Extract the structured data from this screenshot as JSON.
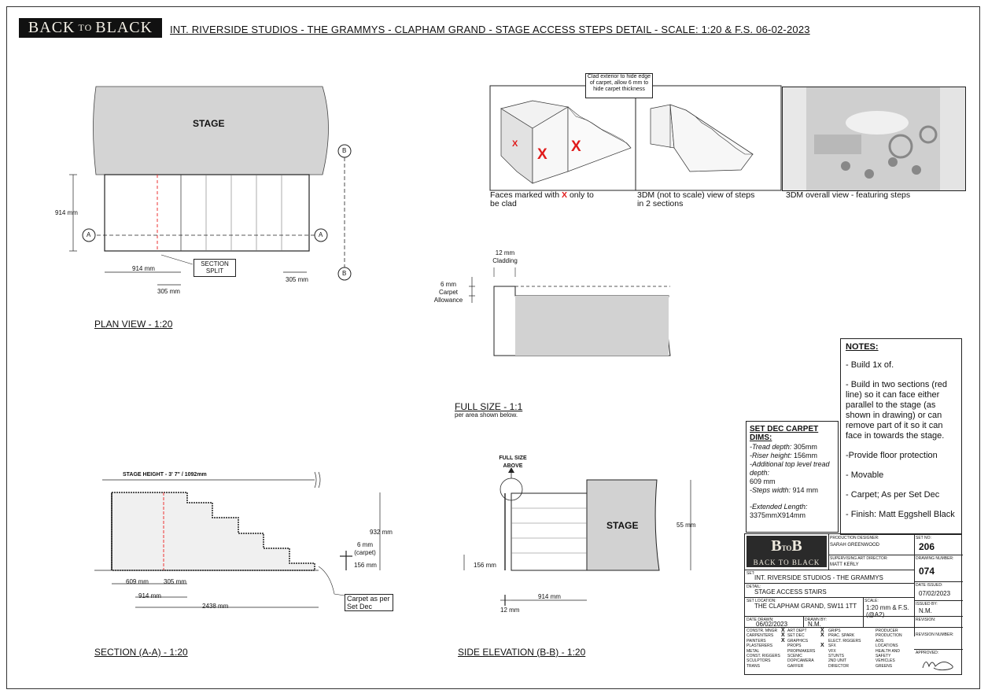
{
  "logo": {
    "text_a": "BACK",
    "text_b": "TO",
    "text_c": "BLACK"
  },
  "title": "INT. RIVERSIDE STUDIOS - THE GRAMMYS - CLAPHAM GRAND - STAGE ACCESS STEPS DETAIL - SCALE: 1:20 & F.S. 06-02-2023",
  "plan": {
    "title": "PLAN VIEW - 1:20",
    "stage": "STAGE",
    "dim_914_v": "914 mm",
    "dim_914_h": "914 mm",
    "dim_305": "305 mm",
    "dim_305_r": "305 mm",
    "section_split": "SECTION SPLIT",
    "marker_a": "A",
    "marker_b": "B"
  },
  "views3d": {
    "callout": "Clad exterior to hide edge of carpet, allow 6 mm to hide carpet thickness",
    "cap1_a": "Faces marked with ",
    "cap1_x": "X",
    "cap1_b": " only to be clad",
    "cap2": "3DM (not to scale) view of steps in 2 sections",
    "cap3": "3DM overall view - featuring steps",
    "x_mark": "X"
  },
  "fullsize": {
    "title": "FULL SIZE - 1:1",
    "subtitle": "per area shown below.",
    "cladding": "12 mm Cladding",
    "carpet": "6 mm Carpet Allowance"
  },
  "section": {
    "title": "SECTION (A-A) - 1:20",
    "stage_height": "STAGE HEIGHT - 3' 7\" / 1092mm",
    "dim_932": "932 mm",
    "dim_6": "6 mm (carpet)",
    "dim_156": "156 mm",
    "dim_609": "609 mm",
    "dim_305": "305 mm",
    "dim_914": "914 mm",
    "dim_2438": "2438 mm",
    "carpet_note": "Carpet as per Set Dec"
  },
  "side": {
    "title": "SIDE ELEVATION (B-B) - 1:20",
    "full_size_above": "FULL SIZE ABOVE",
    "stage": "STAGE",
    "dim_55": "55 mm",
    "dim_156": "156 mm",
    "dim_914": "914 mm",
    "dim_12": "12 mm"
  },
  "setdec": {
    "heading": "SET DEC CARPET DIMS:",
    "l1a": "-Tread depth:",
    "l1b": " 305mm",
    "l2a": "-Riser height:",
    "l2b": " 156mm",
    "l3a": "-Additional top level tread depth:",
    "l3b": "609 mm",
    "l4a": "-Steps width:",
    "l4b": " 914 mm",
    "l5a": "-Extended Length:",
    "l5b": "3375mmX914mm"
  },
  "notes": {
    "heading": "NOTES:",
    "items": [
      "- Build 1x of.",
      "- Build in two sections (red line) so it can face either parallel to the stage (as shown in drawing) or can remove part of it so it can face in towards the stage.",
      "-Provide floor protection",
      "- Movable",
      "- Carpet; As per Set Dec",
      "- Finish: Matt Eggshell Black"
    ]
  },
  "titleblock": {
    "prod_designer_label": "PRODUCTION DESIGNER:",
    "prod_designer": "SARAH GREENWOOD",
    "sup_art_label": "SUPERVISING ART DIRECTOR:",
    "sup_art": "MATT KERLY",
    "set_no_label": "SET NO:",
    "set_no": "206",
    "drawing_no_label": "DRAWING NUMBER:",
    "drawing_no": "074",
    "set_label": "SET:",
    "set": "INT. RIVERSIDE STUDIOS - THE GRAMMYS",
    "detail_label": "DETAIL:",
    "detail": "STAGE ACCESS STAIRS",
    "date_issued_label": "DATE ISSUED:",
    "date_issued": "07/02/2023",
    "location_label": "SET LOCATION:",
    "location": "THE CLAPHAM GRAND, SW11 1TT",
    "scale_label": "SCALE:",
    "scale": "1:20 mm & F.S. (@A2)",
    "issued_by_label": "ISSUED BY:",
    "issued_by": "N.M.",
    "date_drawn_label": "DATE DRAWN:",
    "date_drawn": "06/02/2023",
    "drawn_by_label": "DRAWN BY:",
    "drawn_by": "N.M.",
    "revision_label": "REVISION:",
    "revision_no_label": "REVISION NUMBER:",
    "approved_label": "APPROVED:",
    "depts_col1": [
      "CONSTR. MNGR",
      "CARPENTERS",
      "PAINTERS",
      "PLASTERERS",
      "METAL",
      "CONST. RIGGERS",
      "SCULPTORS",
      "TRANS"
    ],
    "depts_col2": [
      "ART DEPT",
      "SET DEC",
      "GRAPHICS",
      "PROPS",
      "PROPMAKERS",
      "SCENIC",
      "DOP/CAMERA",
      "GAFFER"
    ],
    "depts_col3": [
      "GRIPS",
      "PRAC. SPARK",
      "ELECT. RIGGERS",
      "SFX",
      "VFX",
      "STUNTS",
      "2ND UNIT",
      "DIRECTOR"
    ],
    "depts_col4": [
      "PRODUCER",
      "PRODUCTION",
      "ADS",
      "LOCATIONS",
      "HEALTH AND SAFETY",
      "VEHICLES",
      "GREENS",
      ""
    ]
  }
}
